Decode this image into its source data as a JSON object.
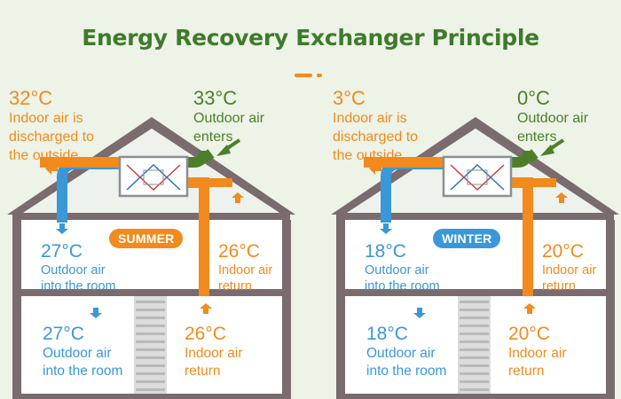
{
  "title": "Energy Recovery Exchanger Principle",
  "colors": {
    "background": "#edf3e6",
    "title": "#3f7a2c",
    "orange": "#f28a1e",
    "blue": "#3a98d8",
    "green": "#4d7f2a",
    "house_frame": "#7a6b6e"
  },
  "panels": [
    {
      "season": "SUMMER",
      "exhaust": {
        "temp": "32°C",
        "desc": [
          "Indoor air is",
          "discharged to",
          "the outside"
        ]
      },
      "intake": {
        "temp": "33°C",
        "desc": [
          "Outdoor air",
          "enters"
        ]
      },
      "supply_upper": {
        "temp": "27°C",
        "desc": [
          "Outdoor air",
          "into the room"
        ]
      },
      "return_upper": {
        "temp": "26°C",
        "desc": [
          "Indoor air",
          "return"
        ]
      },
      "supply_lower": {
        "temp": "27°C",
        "desc": [
          "Outdoor air",
          "into the room"
        ]
      },
      "return_lower": {
        "temp": "26°C",
        "desc": [
          "Indoor air",
          "return"
        ]
      }
    },
    {
      "season": "WINTER",
      "exhaust": {
        "temp": "3°C",
        "desc": [
          "Indoor air is",
          "discharged to",
          "the outside"
        ]
      },
      "intake": {
        "temp": "0°C",
        "desc": [
          "Outdoor air",
          "enters"
        ]
      },
      "supply_upper": {
        "temp": "18°C",
        "desc": [
          "Outdoor air",
          "into the room"
        ]
      },
      "return_upper": {
        "temp": "20°C",
        "desc": [
          "Indoor air",
          "return"
        ]
      },
      "supply_lower": {
        "temp": "18°C",
        "desc": [
          "Outdoor air",
          "into the room"
        ]
      },
      "return_lower": {
        "temp": "20°C",
        "desc": [
          "Indoor air",
          "return"
        ]
      }
    }
  ]
}
